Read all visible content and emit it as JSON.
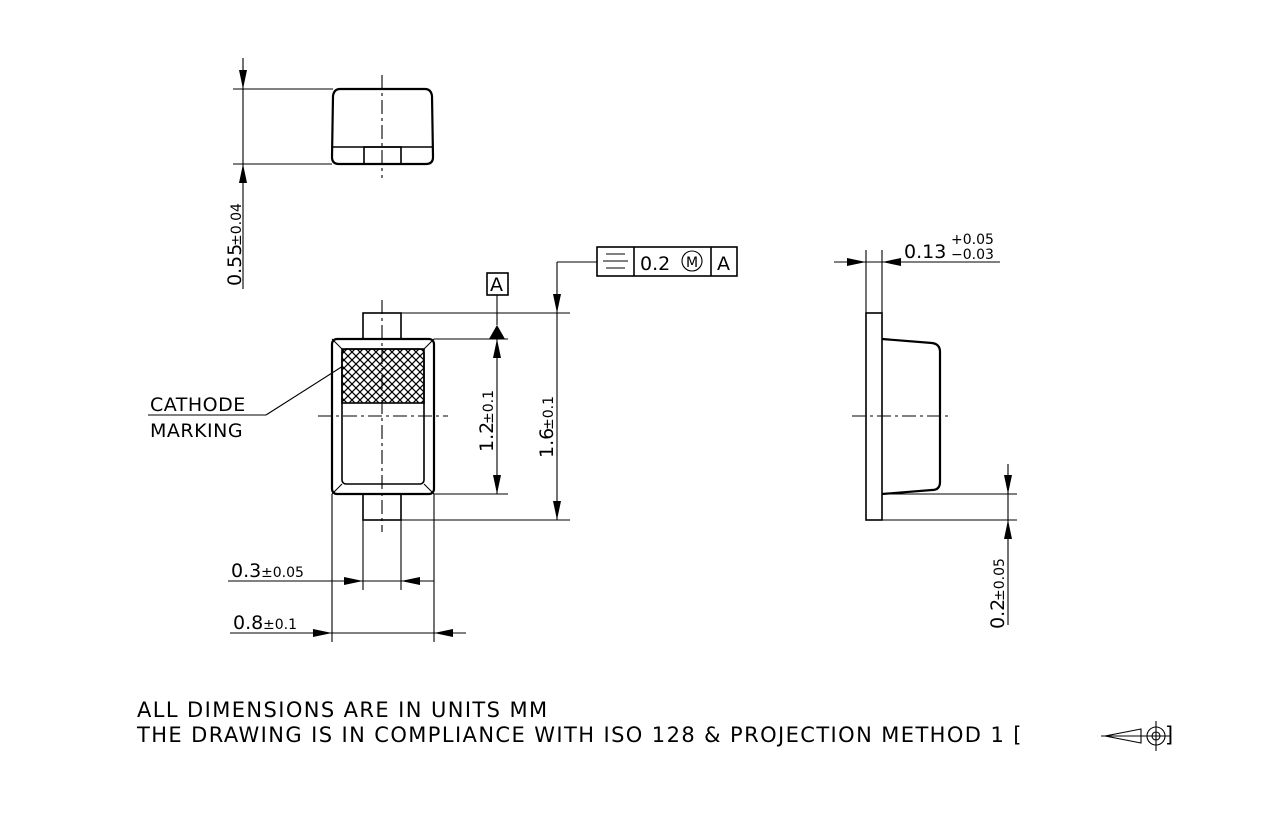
{
  "dimensions": {
    "height_top": {
      "value": "0.55",
      "tol": "±0.04"
    },
    "body_length": {
      "value": "1.2",
      "tol": "±0.1"
    },
    "overall_length": {
      "value": "1.6",
      "tol": "±0.1"
    },
    "terminal_width": {
      "value": "0.3",
      "tol": "±0.05"
    },
    "body_width": {
      "value": "0.8",
      "tol": "±0.1"
    },
    "terminal_thickness": {
      "value": "0.13",
      "tol_plus": "+0.05",
      "tol_minus": "−0.03"
    },
    "terminal_length": {
      "value": "0.2",
      "tol": "±0.05"
    }
  },
  "datum": {
    "label": "A"
  },
  "tolerance_frame": {
    "symbol": "⌯",
    "value": "0.2",
    "modifier": "M",
    "datum": "A"
  },
  "labels": {
    "cathode_line1": "CATHODE",
    "cathode_line2": "MARKING"
  },
  "notes": {
    "line1": "ALL DIMENSIONS ARE IN UNITS MM",
    "line2": "THE DRAWING IS IN COMPLIANCE WITH ISO 128 & PROJECTION METHOD 1 [",
    "line2_end": "]"
  }
}
